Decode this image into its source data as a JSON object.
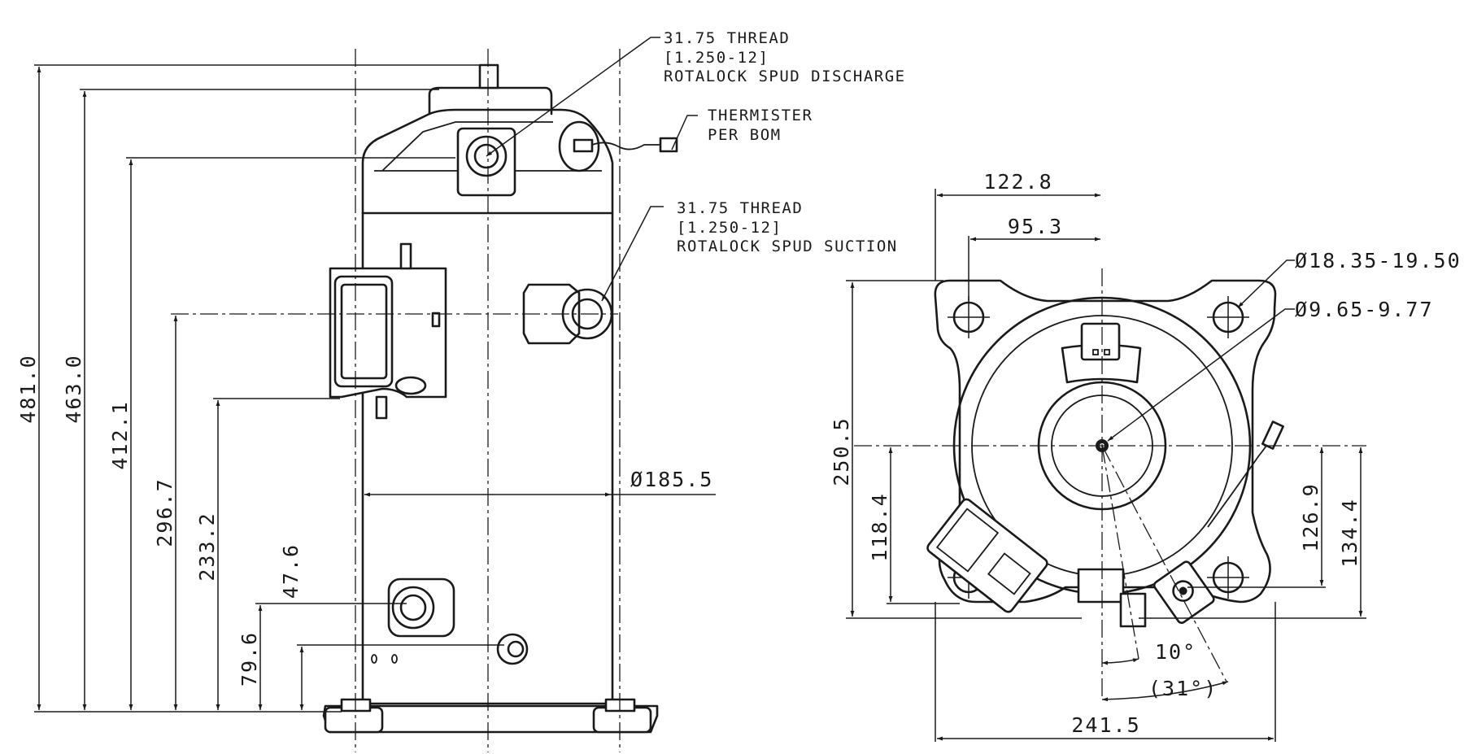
{
  "side_view": {
    "dimensions": {
      "overall_height": "481.0",
      "shell_height": "463.0",
      "discharge_height": "412.1",
      "suction_height": "296.7",
      "terminal_box_height": "233.2",
      "lower_fitting_height": "79.6",
      "oil_port_height": "47.6",
      "shell_diameter": "185.5"
    },
    "callouts": {
      "discharge": [
        "31.75 THREAD",
        "[1.250-12]",
        "ROTALOCK SPUD DISCHARGE"
      ],
      "thermistor": [
        "THERMISTER",
        "PER BOM"
      ],
      "suction": [
        "31.75 THREAD",
        "[1.250-12]",
        "ROTALOCK SPUD SUCTION"
      ]
    }
  },
  "top_view": {
    "dimensions": {
      "offset_outer": "122.8",
      "offset_inner": "95.3",
      "hole_large": "18.35-19.50",
      "hole_small": "9.65-9.77",
      "base_depth": "250.5",
      "center_left": "118.4",
      "center_right_inner": "126.9",
      "center_right_outer": "134.4",
      "base_width": "241.5",
      "angle_small": "10°",
      "angle_large": "(31°)"
    },
    "symbols": {
      "diameter": "Ø"
    }
  }
}
